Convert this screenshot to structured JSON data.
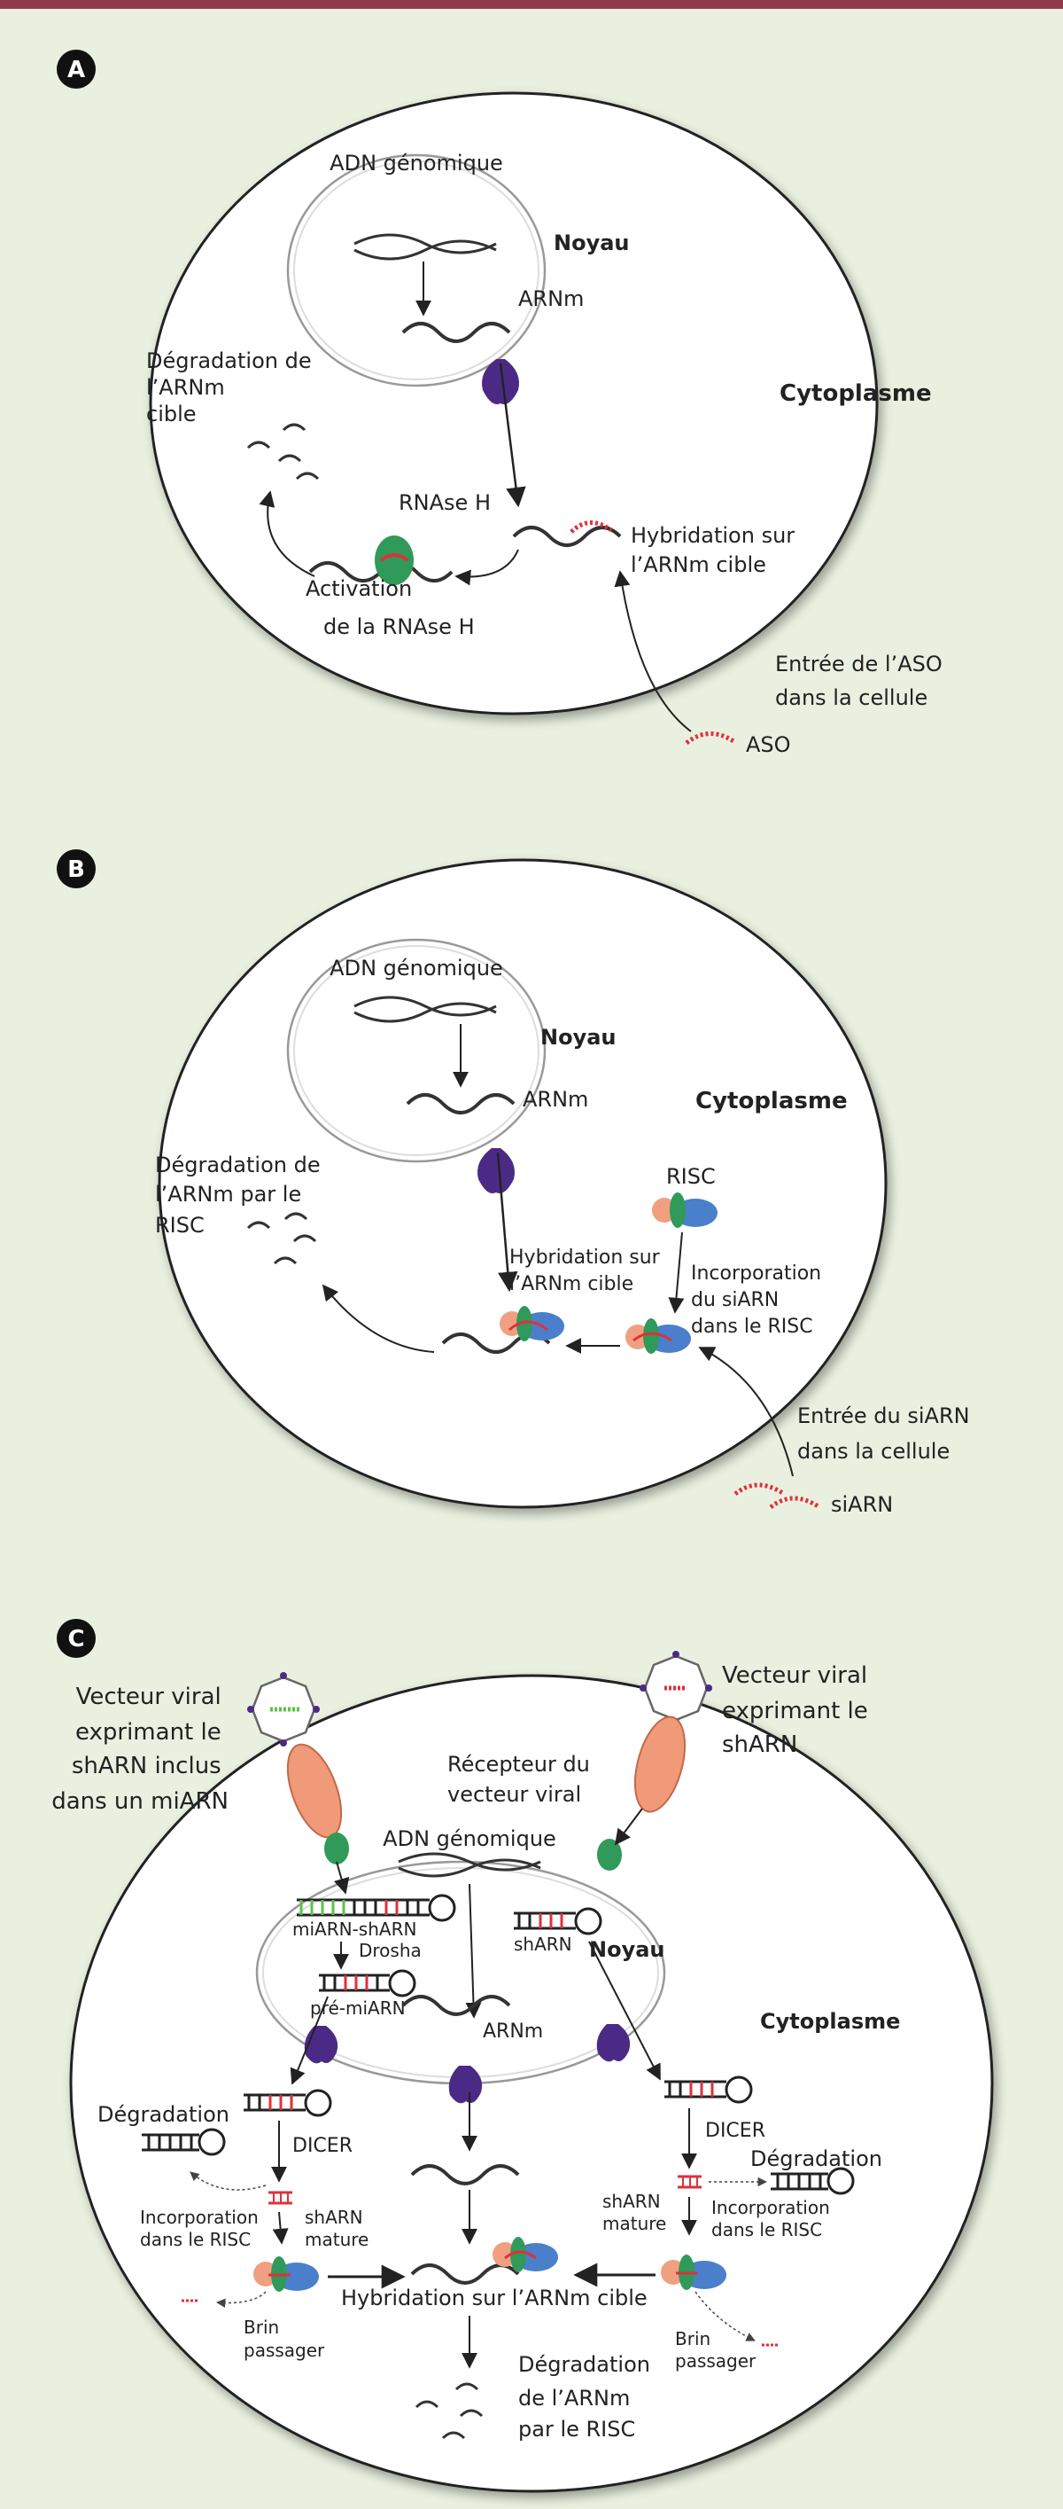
{
  "colors": {
    "background": "#e9f0df",
    "top_bar": "#8e3a4a",
    "ribosome_purple": "#4b2a86",
    "rnase_green": "#2f9a5a",
    "aso_red": "#e0303a",
    "risc_orange": "#f0a080",
    "risc_blue": "#4a7fcc",
    "receptor_orange": "#f09a7a",
    "mirna_green": "#5cc24a"
  },
  "panelA": {
    "badge": "A",
    "genomic_dna": "ADN génomique",
    "nucleus": "Noyau",
    "mrna": "ARNm",
    "cytoplasm": "Cytoplasme",
    "degradation": [
      "Dégradation de",
      "l’ARNm",
      "cible"
    ],
    "rnase_h": "RNAse H",
    "hybridization": [
      "Hybridation sur",
      "l’ARNm cible"
    ],
    "activation": [
      "Activation",
      "de la RNAse H"
    ],
    "aso_entry": [
      "Entrée de l’ASO",
      "dans la cellule"
    ],
    "aso": "ASO"
  },
  "panelB": {
    "badge": "B",
    "genomic_dna": "ADN génomique",
    "nucleus": "Noyau",
    "mrna": "ARNm",
    "cytoplasm": "Cytoplasme",
    "degradation": [
      "Dégradation de",
      "l’ARNm par le",
      "RISC"
    ],
    "risc": "RISC",
    "hybridization": [
      "Hybridation sur",
      "l’ARNm cible"
    ],
    "incorporation": [
      "Incorporation",
      "du siARN",
      "dans le RISC"
    ],
    "sirna_entry": [
      "Entrée du siARN",
      "dans la cellule"
    ],
    "sirna": "siARN"
  },
  "panelC": {
    "badge": "C",
    "left_vector": [
      "Vecteur viral",
      "exprimant le",
      "shARN inclus",
      "dans un miARN"
    ],
    "right_vector": [
      "Vecteur viral",
      "exprimant le",
      "shARN"
    ],
    "receptor": [
      "Récepteur du",
      "vecteur viral"
    ],
    "genomic_dna": "ADN génomique",
    "mirna_sharn": "miARN-shARN",
    "drosha": "Drosha",
    "pre_mirna": "pré-miARN",
    "sharn": "shARN",
    "nucleus": "Noyau",
    "mrna": "ARNm",
    "cytoplasm": "Cytoplasme",
    "degradation_left": "Dégradation",
    "degradation_right": "Dégradation",
    "dicer_left": "DICER",
    "dicer_right": "DICER",
    "incorporation_left": [
      "Incorporation",
      "dans le RISC"
    ],
    "incorporation_right": [
      "Incorporation",
      "dans le RISC"
    ],
    "mature_left": [
      "shARN",
      "mature"
    ],
    "mature_right": [
      "shARN",
      "mature"
    ],
    "passenger_left": [
      "Brin",
      "passager"
    ],
    "passenger_right": [
      "Brin",
      "passager"
    ],
    "hybridization": "Hybridation sur l’ARNm cible",
    "final_degradation": [
      "Dégradation",
      "de l’ARNm",
      "par le RISC"
    ]
  }
}
